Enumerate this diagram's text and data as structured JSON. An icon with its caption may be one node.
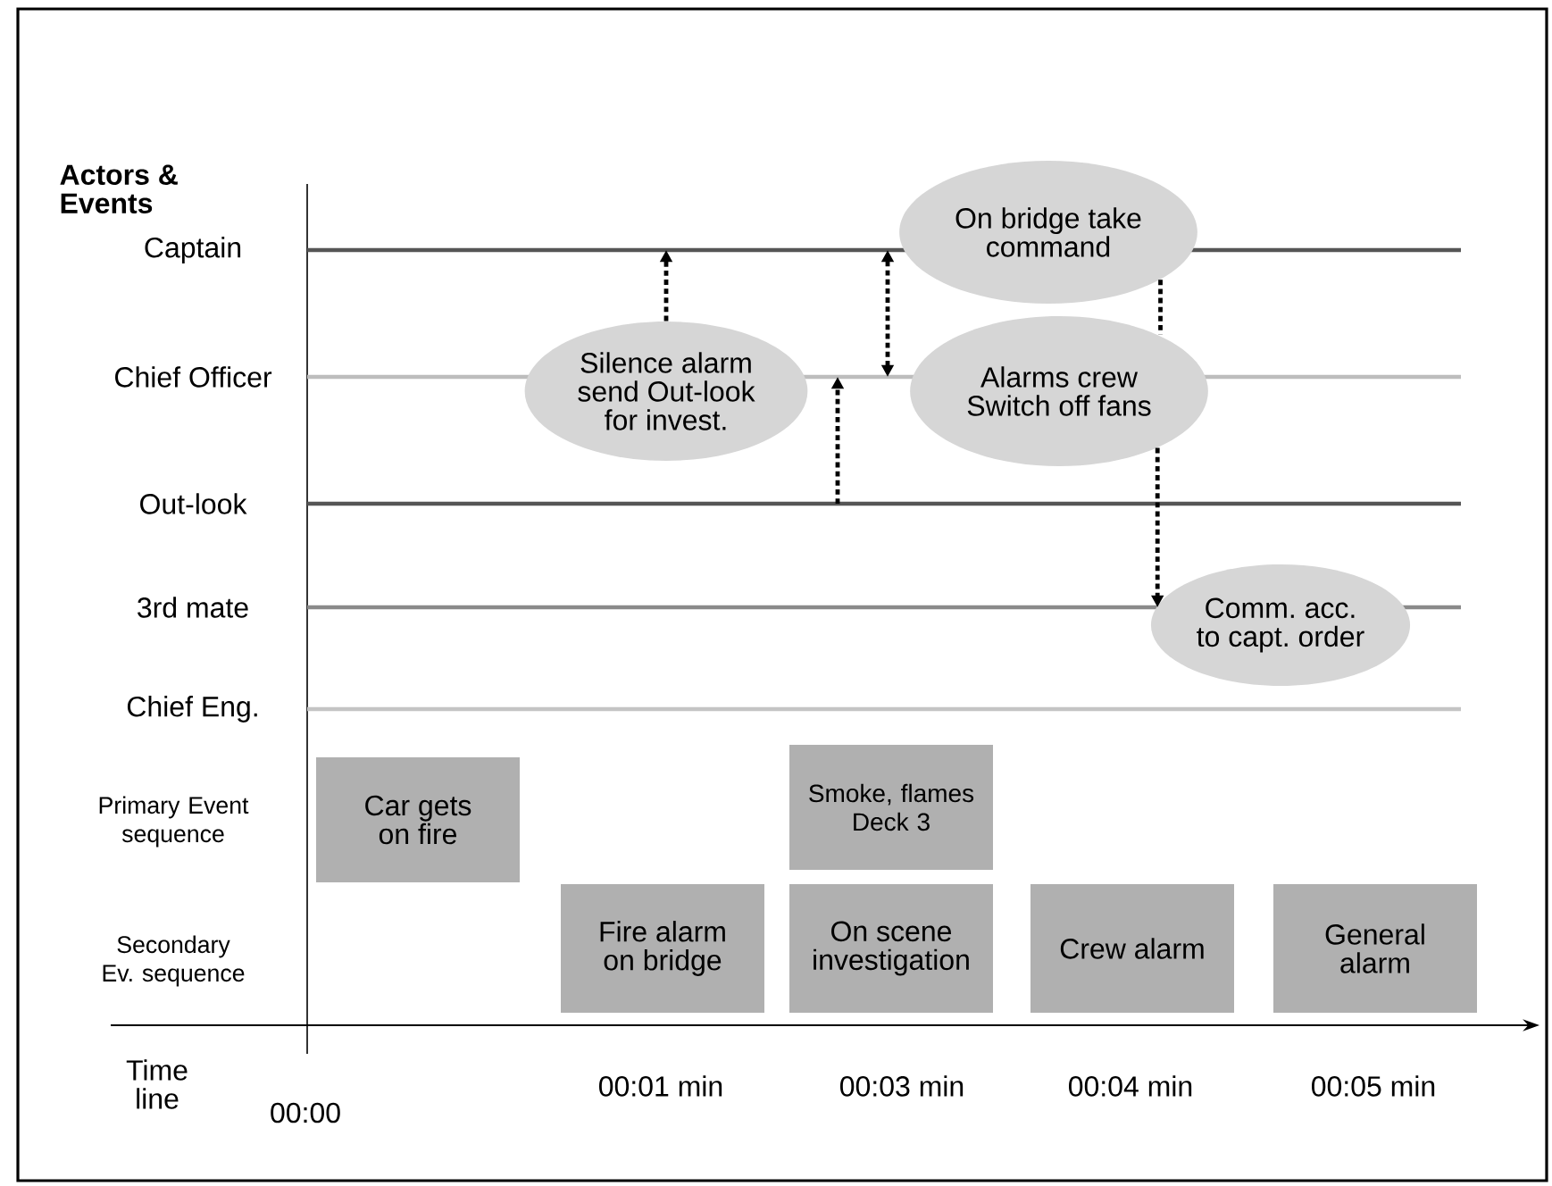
{
  "diagram": {
    "title": "Actors & Events",
    "nodes": [
      {
        "text": [
          "Captain"
        ]
      },
      {
        "text": [
          "Chief Officer"
        ]
      },
      {
        "text": [
          "Out-look"
        ]
      },
      {
        "text": [
          "3rd mate"
        ]
      },
      {
        "text": [
          "Chief Eng."
        ]
      },
      {
        "text": [
          "On bridge take command"
        ]
      },
      {
        "text": [
          "Silence alarm send Out-look for invest."
        ]
      },
      {
        "text": [
          "Alarms crew Switch off fans"
        ]
      },
      {
        "text": [
          "Comm. acc. to capt. order"
        ]
      },
      {
        "text": [
          "Car gets on fire"
        ]
      },
      {
        "text": [
          "Smoke, flames Deck 3"
        ]
      },
      {
        "text": [
          "Fire alarm on bridge"
        ]
      },
      {
        "text": [
          "On scene investigation"
        ]
      },
      {
        "text": [
          "Crew alarm"
        ]
      },
      {
        "text": [
          "General alarm"
        ]
      }
    ],
    "edges": [
      {
        "from": 6,
        "to": 0,
        "arrow": "to"
      },
      {
        "from": 2,
        "to": 1,
        "arrow": "to"
      },
      {
        "from": 0,
        "to": 1,
        "arrow": "both"
      },
      {
        "from": 5,
        "to": 7,
        "arrow": "none"
      },
      {
        "from": 7,
        "to": 3,
        "arrow": "to"
      }
    ],
    "labels": [
      "Primary Event sequence",
      "Secondary Ev. sequence",
      "Time line",
      "00:00",
      "00:01 min",
      "00:03 min",
      "00:04 min",
      "00:05 min"
    ]
  }
}
